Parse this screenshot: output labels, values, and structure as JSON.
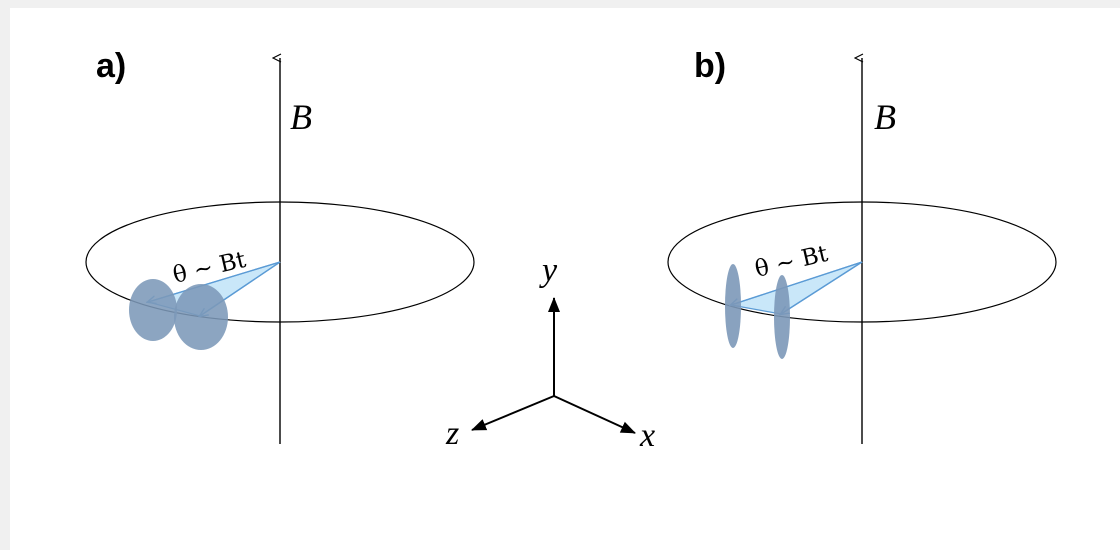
{
  "panels": [
    {
      "label": "a)",
      "field_label": "B",
      "angle_label": "θ ~ Bt"
    },
    {
      "label": "b)",
      "field_label": "B",
      "angle_label": "θ ~ Bt"
    }
  ],
  "axes": {
    "y_label": "y",
    "z_label": "z",
    "x_label": "x"
  },
  "colors": {
    "blob_fill": "#7c98b8",
    "wedge_fill": "#bfe3f8",
    "wedge_stroke": "#5b9bd5",
    "line": "#000000",
    "background": "#f0f0f0",
    "canvas": "#ffffff"
  }
}
